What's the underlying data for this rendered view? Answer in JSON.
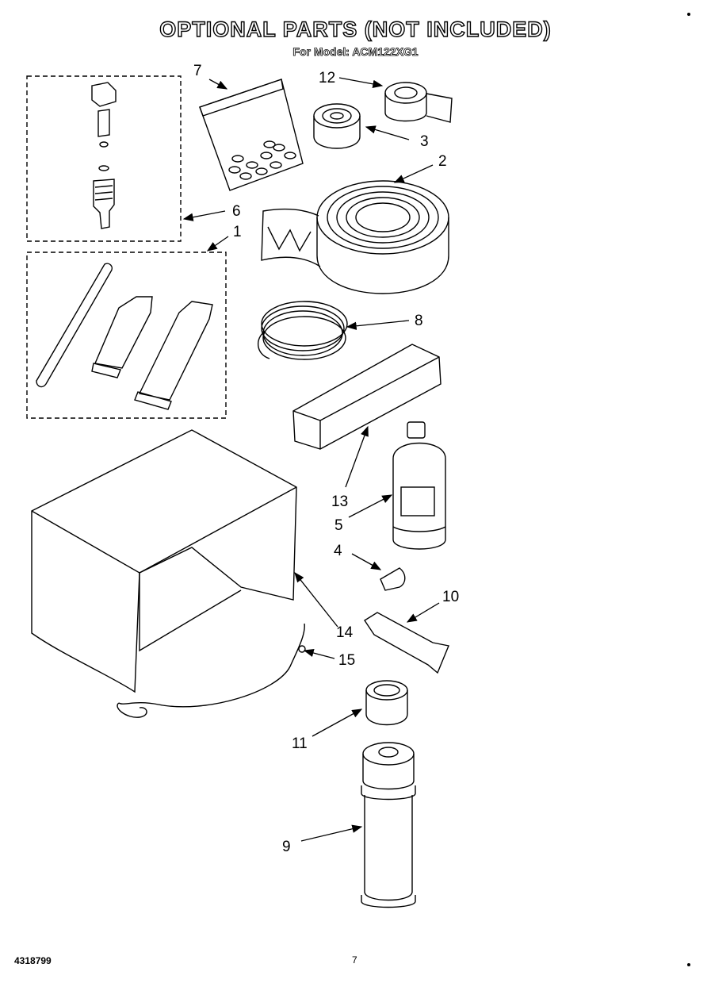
{
  "header": {
    "title": "OPTIONAL PARTS (NOT INCLUDED)",
    "subtitle": "For Model: ACM122XG1"
  },
  "footer": {
    "part_number": "4318799",
    "page_number": "7"
  },
  "callouts": [
    "1",
    "2",
    "3",
    "4",
    "5",
    "6",
    "7",
    "8",
    "9",
    "10",
    "11",
    "12",
    "13",
    "14",
    "15"
  ]
}
